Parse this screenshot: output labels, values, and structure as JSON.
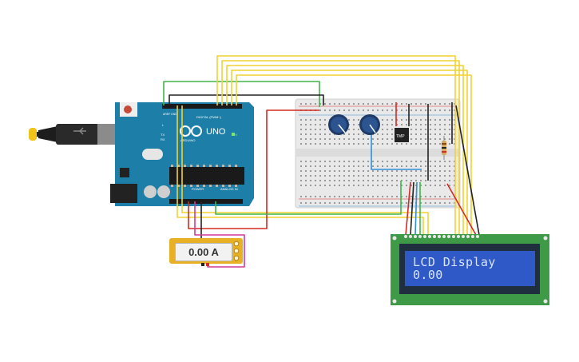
{
  "arduino": {
    "model_label": "UNO",
    "brand_label": "ARDUINO",
    "digital_header_label": "DIGITAL (PWM~)",
    "power_label": "POWER",
    "analog_label": "ANALOG IN",
    "on_label": "ON",
    "tx_label": "TX",
    "rx_label": "RX",
    "l_label": "L",
    "aref_label": "AREF",
    "gnd_label": "GND"
  },
  "multimeter": {
    "readout": "0.00 A"
  },
  "lcd": {
    "line1": "LCD Display",
    "line2": "0.00"
  },
  "sensor": {
    "label": "TMP"
  },
  "colors": {
    "arduino_board": "#1d7fa8",
    "breadboard": "#e9e9e9",
    "lcd_pcb": "#3f9a48",
    "lcd_screen": "#2f59c6",
    "wire_yellow": "#f2d232",
    "wire_red": "#d42a24",
    "wire_black": "#222222",
    "wire_green": "#3fb64a",
    "wire_blue": "#2f8fd8",
    "wire_magenta": "#d23a9a",
    "meter_body": "#e8b024"
  }
}
